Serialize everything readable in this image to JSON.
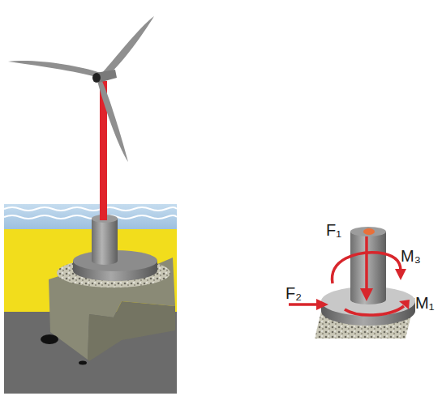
{
  "diagram": {
    "labels": [
      "F₁",
      "M₃",
      "F₂",
      "M₁"
    ]
  }
}
